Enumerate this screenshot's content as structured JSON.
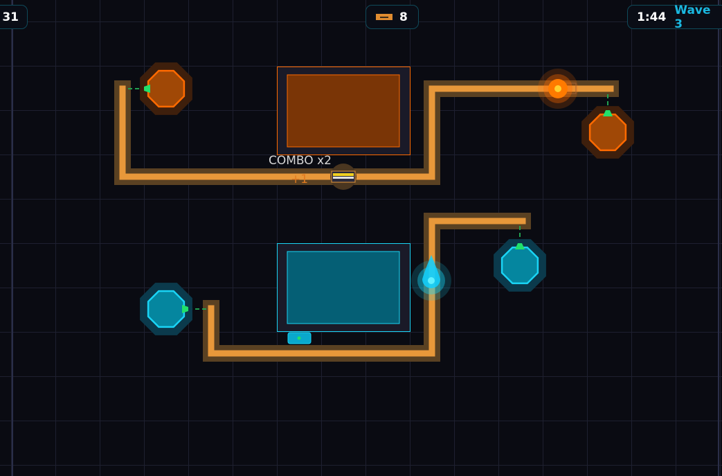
{
  "hud": {
    "score_value": "31",
    "resource_icon": "pipe-icon",
    "resource_count": "8",
    "timer": "1:44",
    "wave_label": "Wave 3"
  },
  "feedback": {
    "combo_text": "COMBO x2",
    "points_popup": "+1"
  },
  "colors": {
    "background": "#0a0b12",
    "grid": "#1e2030",
    "pipe": "#e8983a",
    "pipe_glow": "#5a4122",
    "orange": "#ff6a00",
    "cyan": "#1ad4f5",
    "connector": "#22e06a"
  }
}
